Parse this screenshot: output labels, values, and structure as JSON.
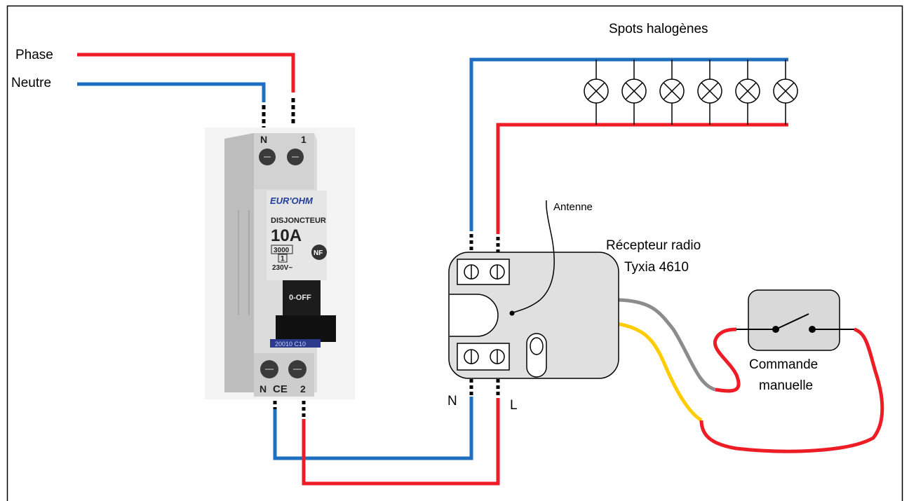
{
  "labels": {
    "phase": "Phase",
    "neutre": "Neutre",
    "spots": "Spots halogènes",
    "antenne": "Antenne",
    "receiver_line1": "Récepteur radio",
    "receiver_line2": "Tyxia 4610",
    "cmd_line1": "Commande",
    "cmd_line2": "manuelle",
    "terminal_n": "N",
    "terminal_l": "L"
  },
  "breaker": {
    "top_n": "N",
    "top_1": "1",
    "bottom_n": "N",
    "bottom_ce": "CE",
    "bottom_2": "2",
    "brand": "EUR'OHM",
    "type": "DISJONCTEUR",
    "rating": "10A",
    "code": "3000",
    "class": "1",
    "voltage": "230V~",
    "mark": "NF",
    "switch": "0-OFF",
    "ref": "20010 C10"
  },
  "colors": {
    "phase": "#ee1c25",
    "neutral": "#1f6fc0",
    "grey_wire": "#8c8c8c",
    "yellow_wire": "#ffcc00",
    "receiver_fill": "#e0e0e0",
    "switch_fill": "#d9d9d9"
  },
  "lamp_count": 6
}
